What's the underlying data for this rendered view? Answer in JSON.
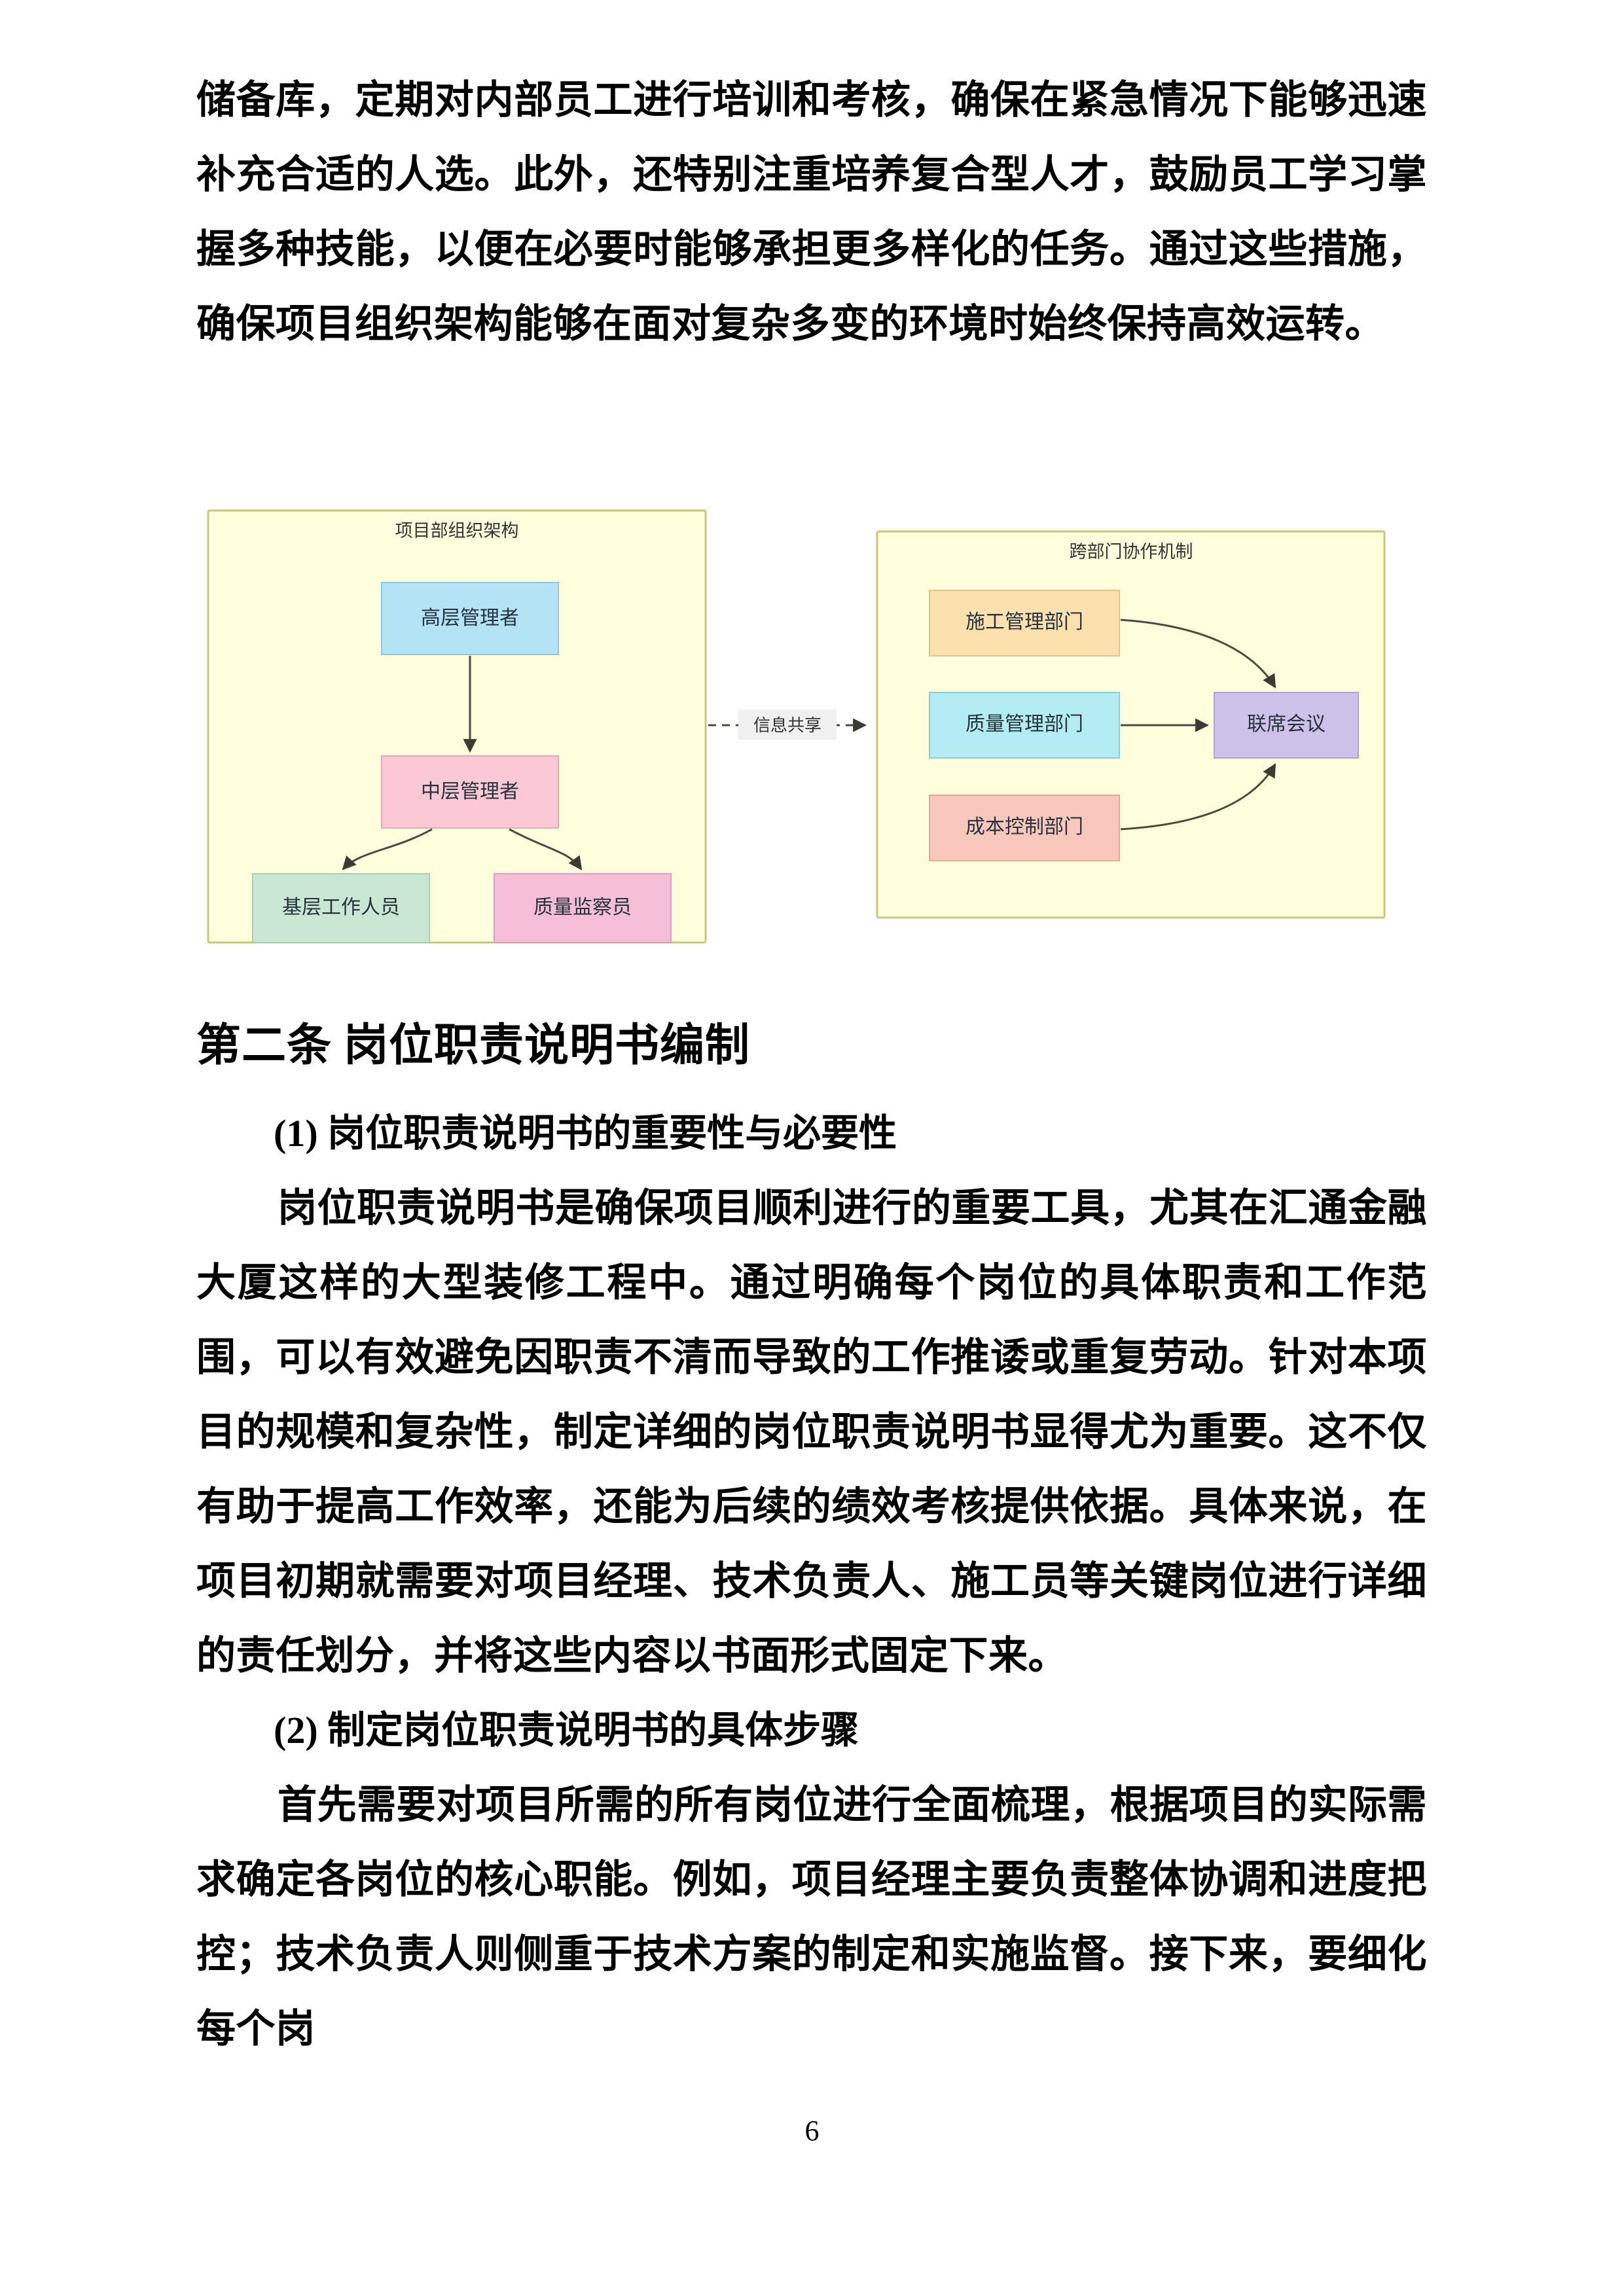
{
  "document": {
    "page_number": "6",
    "top_paragraph": "储备库，定期对内部员工进行培训和考核，确保在紧急情况下能够迅速补充合适的人选。此外，还特别注重培养复合型人才，鼓励员工学习掌握多种技能，以便在必要时能够承担更多样化的任务。通过这些措施，确保项目组织架构能够在面对复杂多变的环境时始终保持高效运转。",
    "heading": "第二条  岗位职责说明书编制",
    "item_1_title": "(1) 岗位职责说明书的重要性与必要性",
    "item_1_body": "岗位职责说明书是确保项目顺利进行的重要工具，尤其在汇通金融大厦这样的大型装修工程中。通过明确每个岗位的具体职责和工作范围，可以有效避免因职责不清而导致的工作推诿或重复劳动。针对本项目的规模和复杂性，制定详细的岗位职责说明书显得尤为重要。这不仅有助于提高工作效率，还能为后续的绩效考核提供依据。具体来说，在项目初期就需要对项目经理、技术负责人、施工员等关键岗位进行详细的责任划分，并将这些内容以书面形式固定下来。",
    "item_2_title": "(2) 制定岗位职责说明书的具体步骤",
    "item_2_body": "首先需要对项目所需的所有岗位进行全面梳理，根据项目的实际需求确定各岗位的核心职能。例如，项目经理主要负责整体协调和进度把控；技术负责人则侧重于技术方案的制定和实施监督。接下来，要细化每个岗"
  },
  "figure": {
    "left_panel": {
      "title": "项目部组织架构",
      "background": "#FFFFDD",
      "border": "#C8C87A",
      "nodes": [
        {
          "id": "top",
          "label": "高层管理者",
          "fill": "#B3E3F5",
          "border": "#8FC7DE"
        },
        {
          "id": "middle",
          "label": "中层管理者",
          "fill": "#FBC9D5",
          "border": "#E8A8B8"
        },
        {
          "id": "staff",
          "label": "基层工作人员",
          "fill": "#C9E7D3",
          "border": "#A6CFB4"
        },
        {
          "id": "qc",
          "label": "质量监察员",
          "fill": "#F7BED8",
          "border": "#E09CC0"
        }
      ],
      "edges": [
        {
          "from": "高层管理者",
          "to": "中层管理者"
        },
        {
          "from": "中层管理者",
          "to": "基层工作人员"
        },
        {
          "from": "中层管理者",
          "to": "质量监察员"
        }
      ]
    },
    "connector": {
      "label": "信息共享",
      "style": "dashed-arrow"
    },
    "right_panel": {
      "title": "跨部门协作机制",
      "background": "#FFFFDD",
      "border": "#C8C87A",
      "nodes": [
        {
          "id": "construction",
          "label": "施工管理部门",
          "fill": "#FCE0AE",
          "border": "#E6C489"
        },
        {
          "id": "quality",
          "label": "质量管理部门",
          "fill": "#B3ECF2",
          "border": "#8FCCD6"
        },
        {
          "id": "cost",
          "label": "成本控制部门",
          "fill": "#FAC7BC",
          "border": "#E5A79B"
        },
        {
          "id": "meeting",
          "label": "联席会议",
          "fill": "#CFC2EA",
          "border": "#B0A3D4"
        }
      ],
      "edges": [
        {
          "from": "施工管理部门",
          "to": "联席会议"
        },
        {
          "from": "质量管理部门",
          "to": "联席会议"
        },
        {
          "from": "成本控制部门",
          "to": "联席会议"
        }
      ]
    }
  }
}
